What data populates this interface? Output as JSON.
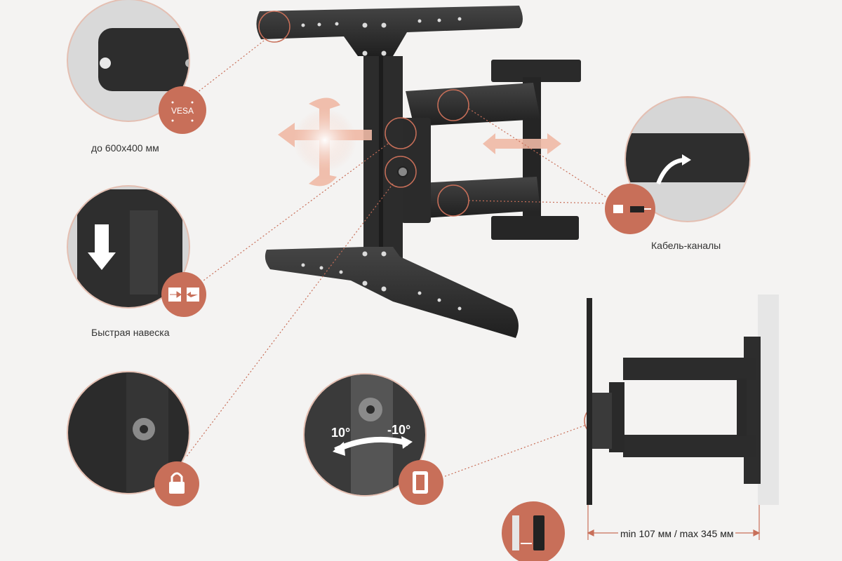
{
  "captions": {
    "vesa_size": "до 600x400 мм",
    "quick_mount": "Быстрая навеска",
    "cable_channels": "Кабель-каналы",
    "depth_range": "min 107 мм / max 345 мм"
  },
  "badges": {
    "vesa": "VESA",
    "tilt_left": "10°",
    "tilt_right": "-10°"
  },
  "colors": {
    "accent": "#c86f59",
    "bracket": "#2e2e2e",
    "ring": "#e0a898"
  },
  "icons": [
    "vesa-badge-icon",
    "quick-mount-icon",
    "lock-icon",
    "rotate-icon",
    "depth-icon",
    "cable-icon"
  ]
}
